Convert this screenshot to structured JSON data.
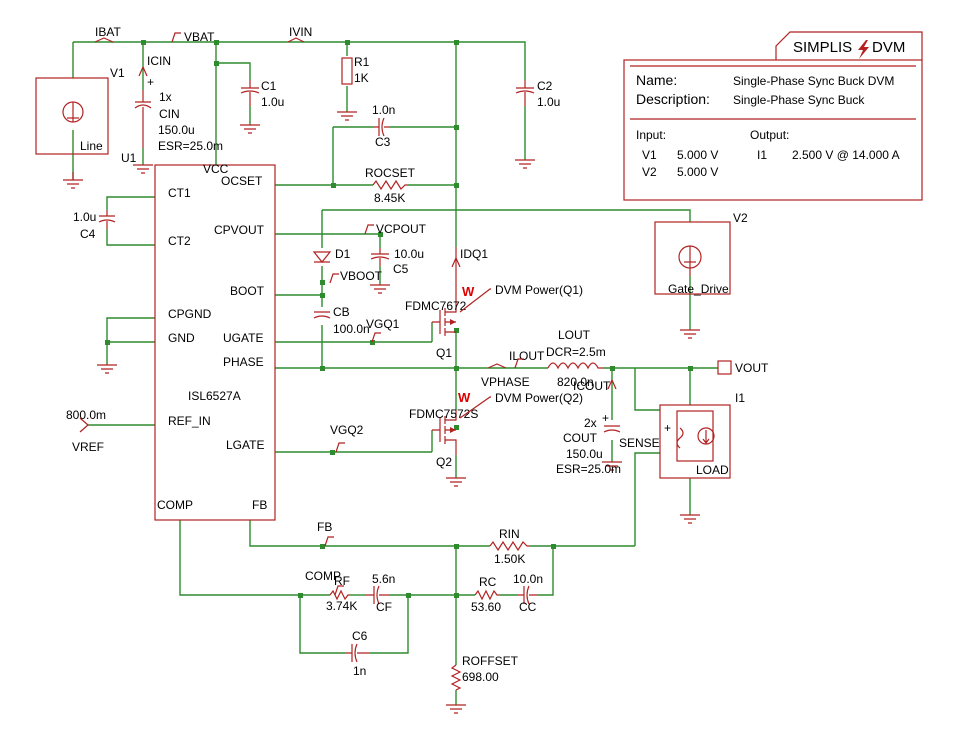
{
  "title_block": {
    "brand": "SIMPLIS",
    "brand_suffix": "DVM",
    "name_label": "Name:",
    "name_value": "Single-Phase Sync Buck DVM",
    "desc_label": "Description:",
    "desc_value": "Single-Phase Sync Buck",
    "input_label": "Input:",
    "output_label": "Output:",
    "inputs": [
      {
        "name": "V1",
        "value": "5.000 V"
      },
      {
        "name": "V2",
        "value": "5.000 V"
      }
    ],
    "outputs": [
      {
        "name": "I1",
        "value": "2.500 V @ 14.000 A"
      }
    ]
  },
  "ic": {
    "ref": "U1",
    "part": "ISL6527A",
    "vcc": "VCC",
    "pins_left": [
      "CT1",
      "CT2",
      "CPGND",
      "GND",
      "REF_IN"
    ],
    "pins_right": [
      "OCSET",
      "CPVOUT",
      "BOOT",
      "UGATE",
      "PHASE",
      "LGATE"
    ],
    "pins_bottom": [
      "COMP",
      "FB"
    ]
  },
  "probes": {
    "ibat": "IBAT",
    "vbat": "VBAT",
    "ivin": "IVIN",
    "icin": "ICIN",
    "vcpout": "VCPOUT",
    "vboot": "VBOOT",
    "vgq1": "VGQ1",
    "idq1": "IDQ1",
    "ilout": "ILOUT",
    "vphase": "VPHASE",
    "icout": "ICOUT",
    "vgq2": "VGQ2",
    "fb": "FB",
    "comp": "COMP",
    "vout": "VOUT",
    "sense": "SENSE"
  },
  "components": {
    "v1": {
      "ref": "V1",
      "label": "Line"
    },
    "cin": {
      "mult": "1x",
      "ref": "CIN",
      "value": "150.0u",
      "esr": "ESR=25.0m"
    },
    "c1": {
      "ref": "C1",
      "value": "1.0u"
    },
    "r1": {
      "ref": "R1",
      "value": "1K"
    },
    "c2": {
      "ref": "C2",
      "value": "1.0u"
    },
    "c3": {
      "ref": "C3",
      "value": "1.0n"
    },
    "rocset": {
      "ref": "ROCSET",
      "value": "8.45K"
    },
    "c4": {
      "ref": "C4",
      "value": "1.0u"
    },
    "c5": {
      "ref": "C5",
      "value": "10.0u"
    },
    "d1": {
      "ref": "D1"
    },
    "cb": {
      "ref": "CB",
      "value": "100.0n"
    },
    "v2": {
      "ref": "V2",
      "label": "Gate_Drive"
    },
    "q1": {
      "ref": "Q1",
      "part": "FDMC7672",
      "dvm": "DVM Power(Q1)",
      "w": "W"
    },
    "q2": {
      "ref": "Q2",
      "part": "FDMC7572S",
      "dvm": "DVM Power(Q2)",
      "w": "W"
    },
    "lout": {
      "ref": "LOUT",
      "dcr": "DCR=2.5m",
      "value": "820.0n"
    },
    "cout": {
      "mult": "2x",
      "ref": "COUT",
      "value": "150.0u",
      "esr": "ESR=25.0m"
    },
    "i1": {
      "ref": "I1",
      "label": "LOAD"
    },
    "vref": {
      "value": "800.0m",
      "ref": "VREF"
    },
    "rin": {
      "ref": "RIN",
      "value": "1.50K"
    },
    "rf": {
      "ref": "RF",
      "value": "3.74K"
    },
    "cf": {
      "ref": "CF",
      "value": "5.6n"
    },
    "rc": {
      "ref": "RC",
      "value": "53.60"
    },
    "cc": {
      "ref": "CC",
      "value": "10.0n"
    },
    "c6": {
      "ref": "C6",
      "value": "1n"
    },
    "roffset": {
      "ref": "ROFFSET",
      "value": "698.00"
    }
  }
}
